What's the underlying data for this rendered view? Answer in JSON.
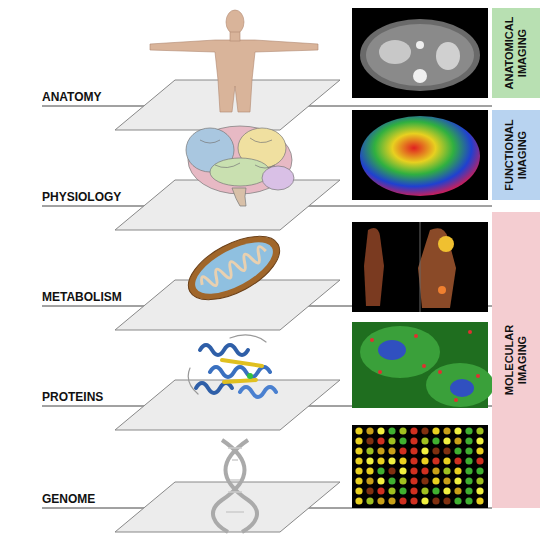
{
  "diagram": {
    "nodes": [
      {
        "text": [
          "ANATOMICAL IMAGING"
        ]
      },
      {
        "text": [
          "FUNCTIONAL IMAGING"
        ]
      },
      {
        "text": [
          "MOLECULAR IMAGING"
        ]
      }
    ],
    "labels": [
      "ANATOMY",
      "PHYSIOLOGY",
      "METABOLISM",
      "PROTEINS",
      "GENOME"
    ]
  }
}
